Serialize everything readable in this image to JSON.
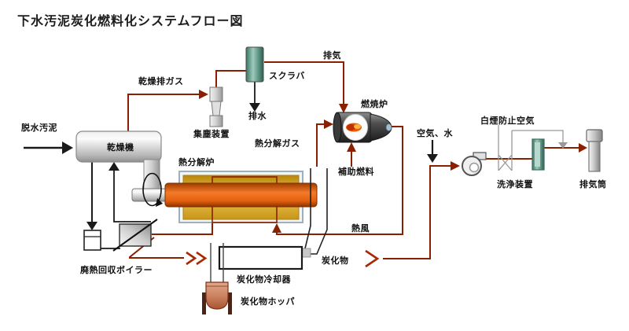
{
  "title": "下水汚泥炭化燃料化システムフロー図",
  "labels": {
    "dewatered_sludge": "脱水汚泥",
    "dryer": "乾燥機",
    "drying_exhaust_gas": "乾燥排ガス",
    "dust_collector": "集塵装置",
    "scrubber": "スクラバ",
    "exhaust": "排気",
    "drainage": "排水",
    "pyrolysis_gas": "熱分解ガス",
    "combustion_furnace": "燃焼炉",
    "auxiliary_fuel": "補助燃料",
    "pyrolysis_furnace": "熱分解炉",
    "air_water": "空気、水",
    "white_smoke_prevention_air": "白煙防止空気",
    "washing_device": "洗浄装置",
    "exhaust_stack": "排気筒",
    "waste_heat_recovery_boiler": "廃熱回収ボイラー",
    "carbide_cooler": "炭化物冷却器",
    "carbide_hopper": "炭化物ホッパ",
    "carbide": "炭化物",
    "hot_air": "熱風"
  },
  "colors": {
    "flow_line_red": "#8b2000",
    "chevron_red": "#a82800",
    "black_line": "#1a1a1a",
    "air_line_gray": "#999999",
    "kiln_orange": "#e2600f",
    "jacket_gold": "#d9a52a",
    "scrubber_teal": "#5e978a",
    "hopper_salmon": "#c97f5e",
    "furnace_metal": "#3a3a3a",
    "background": "#ffffff"
  }
}
